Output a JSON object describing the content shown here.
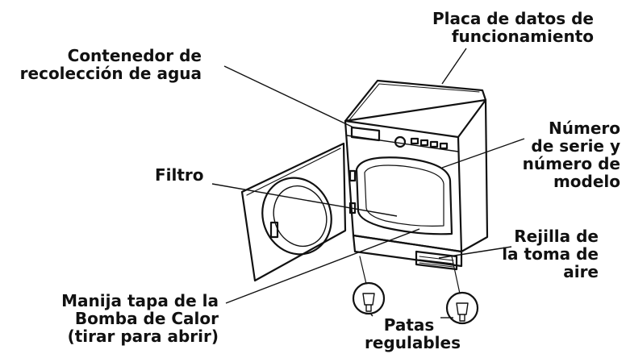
{
  "labels": {
    "placa": [
      "Placa de datos de",
      "funcionamiento"
    ],
    "contenedor": [
      "Contenedor de",
      "recolección de agua"
    ],
    "numero": [
      "Número",
      "de serie y",
      "número de",
      "modelo"
    ],
    "filtro": [
      "Filtro"
    ],
    "rejilla": [
      "Rejilla de",
      "la toma de",
      "aire"
    ],
    "manija": [
      "Manija tapa de la",
      "Bomba de Calor",
      "(tirar para abrir)"
    ],
    "patas": [
      "Patas",
      "regulables"
    ]
  },
  "colors": {
    "ink": "#111111",
    "background": "#ffffff"
  }
}
